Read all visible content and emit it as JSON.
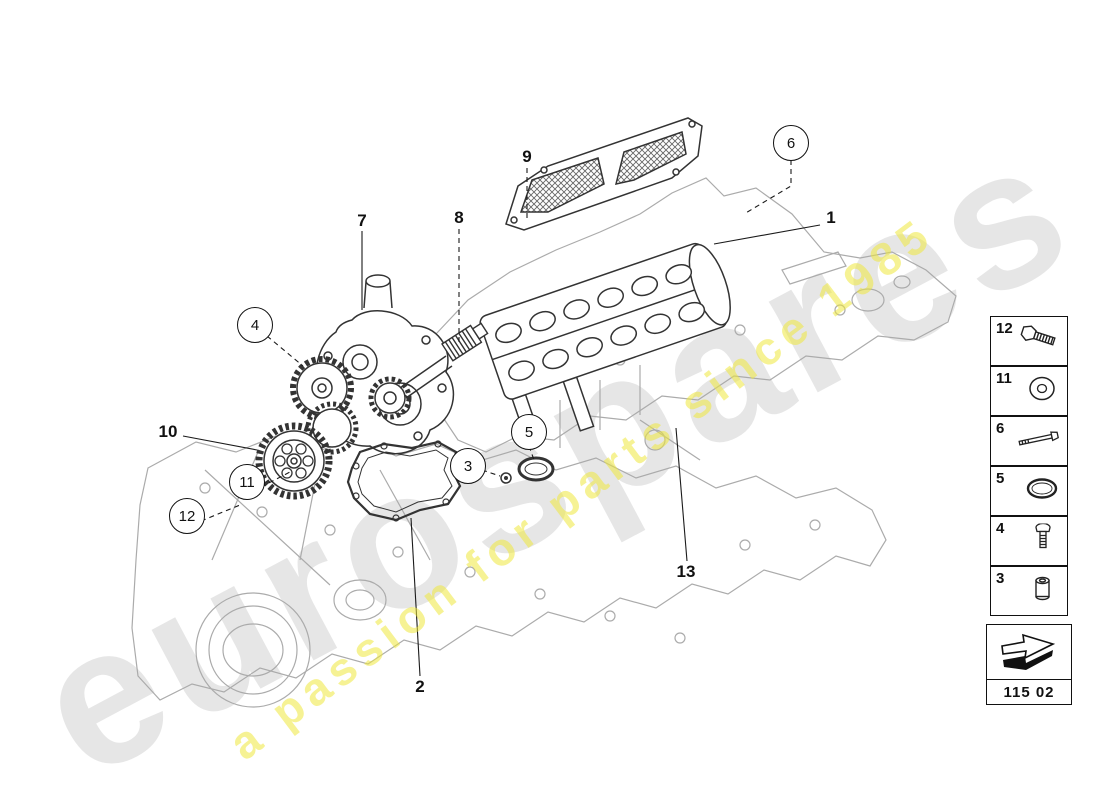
{
  "diagram": {
    "part_code": "115 02",
    "watermark": {
      "brand": "eurospares",
      "tagline": "a passion for parts since 1985"
    },
    "callouts": [
      {
        "label": "1",
        "shape": "plain"
      },
      {
        "label": "2",
        "shape": "plain"
      },
      {
        "label": "3",
        "shape": "circle"
      },
      {
        "label": "4",
        "shape": "circle"
      },
      {
        "label": "5",
        "shape": "circle"
      },
      {
        "label": "6",
        "shape": "circle"
      },
      {
        "label": "7",
        "shape": "plain"
      },
      {
        "label": "8",
        "shape": "plain"
      },
      {
        "label": "9",
        "shape": "plain"
      },
      {
        "label": "10",
        "shape": "plain"
      },
      {
        "label": "11",
        "shape": "circle"
      },
      {
        "label": "12",
        "shape": "circle"
      },
      {
        "label": "13",
        "shape": "plain"
      }
    ],
    "legend": [
      {
        "number": "12",
        "icon": "bolt-icon"
      },
      {
        "number": "11",
        "icon": "washer-icon"
      },
      {
        "number": "6",
        "icon": "stud-icon"
      },
      {
        "number": "5",
        "icon": "o-ring-icon"
      },
      {
        "number": "4",
        "icon": "screw-icon"
      },
      {
        "number": "3",
        "icon": "bushing-icon"
      }
    ],
    "colors": {
      "line_dark": "#333333",
      "line_light": "#ababab",
      "watermark_gray": "#c3c3c3",
      "watermark_yellow": "#eee83c"
    }
  }
}
